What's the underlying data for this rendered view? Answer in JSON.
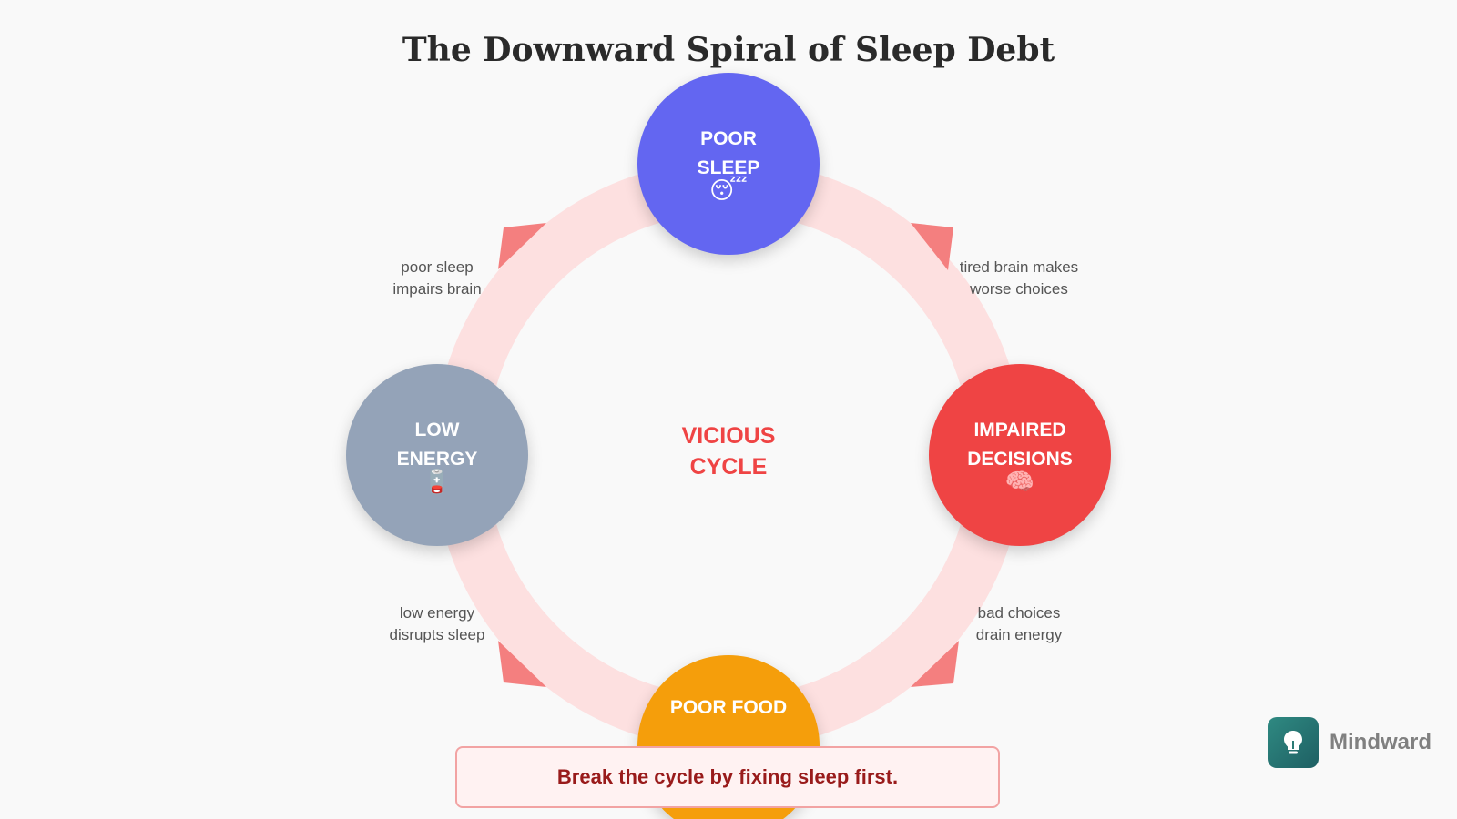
{
  "title": "The Downward Spiral of Sleep Debt",
  "center_label_line1": "VICIOUS",
  "center_label_line2": "CYCLE",
  "nodes": [
    {
      "label_line1": "POOR",
      "label_line2": "SLEEP",
      "emoji": "😴",
      "color": "#6366f1"
    },
    {
      "label_line1": "IMPAIRED",
      "label_line2": "DECISIONS",
      "emoji": "🧠",
      "color": "#ef4444"
    },
    {
      "label_line1": "POOR FOOD",
      "label_line2": "",
      "emoji": "",
      "color": "#f59e0b"
    },
    {
      "label_line1": "LOW",
      "label_line2": "ENERGY",
      "emoji": "🪫",
      "color": "#94a3b8"
    }
  ],
  "edges": [
    {
      "line1": "tired brain makes",
      "line2": "worse choices"
    },
    {
      "line1": "bad choices",
      "line2": "drain energy"
    },
    {
      "line1": "low energy",
      "line2": "disrupts sleep"
    },
    {
      "line1": "poor sleep",
      "line2": "impairs brain"
    }
  ],
  "callout": "Break the cycle by fixing sleep first.",
  "brand": {
    "name": "Mindward",
    "icon": "lightbulb-icon"
  },
  "colors": {
    "ring": "#fde0e0",
    "arrow": "#f47f7f",
    "center_text": "#ef4444",
    "callout_text": "#991b1b",
    "callout_border": "#f2a3a3"
  }
}
